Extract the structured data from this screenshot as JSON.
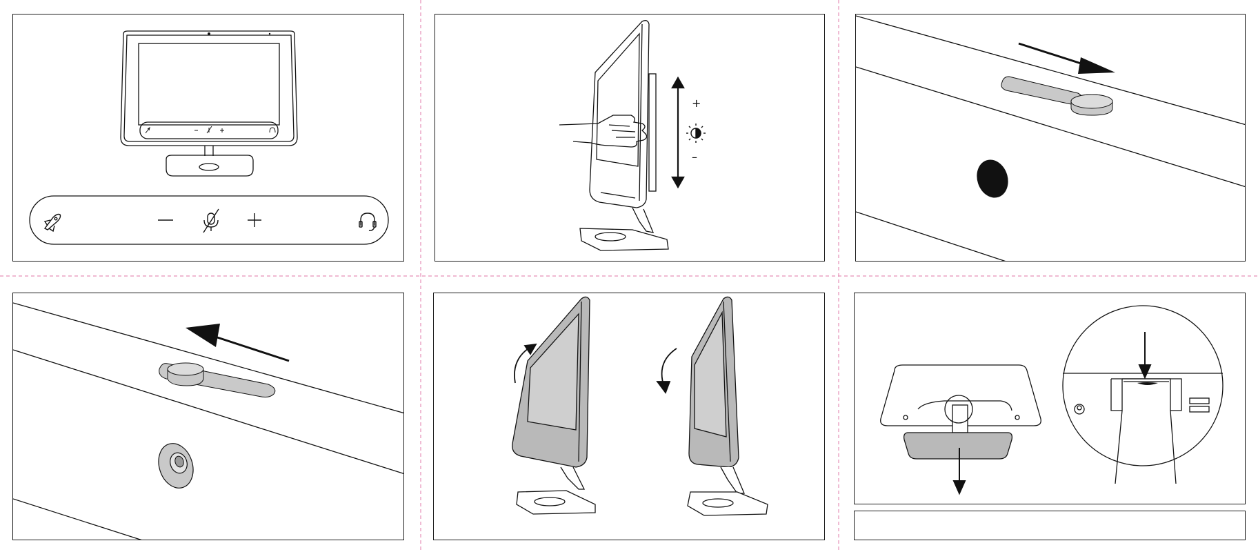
{
  "guides": {
    "color": "#e58fb8",
    "style": "dashed"
  },
  "panels": [
    {
      "id": "monitor-front-with-control-bar",
      "icons": [
        "rocket-icon",
        "minus-icon",
        "mic-mute-icon",
        "plus-icon",
        "headset-icon"
      ]
    },
    {
      "id": "hand-adjusting-brightness",
      "symbols": {
        "plus": "+",
        "minus": "–"
      },
      "icons": [
        "brightness-icon",
        "double-arrow-icon"
      ]
    },
    {
      "id": "privacy-shutter-close",
      "direction": "right"
    },
    {
      "id": "privacy-shutter-open",
      "direction": "left"
    },
    {
      "id": "monitor-tilt",
      "icons": [
        "rotate-forward-arrow-icon",
        "rotate-back-arrow-icon"
      ]
    },
    {
      "id": "stand-removal",
      "icons": [
        "down-arrow-icon"
      ]
    },
    {
      "id": "blank-caption-box"
    }
  ],
  "colors": {
    "line": "#111111",
    "fill_gray": "#c9c9c9",
    "fill_dark": "#111111",
    "fill_light": "#e4e4e4"
  }
}
